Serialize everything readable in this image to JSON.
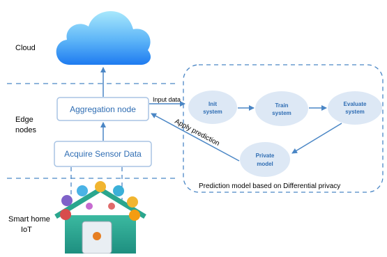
{
  "layers": {
    "cloud": "Cloud",
    "edge_line1": "Edge",
    "edge_line2": "nodes",
    "iot_line1": "Smart home",
    "iot_line2": "IoT"
  },
  "boxes": {
    "aggregation": "Aggregation node",
    "sensor": "Acquire Sensor Data"
  },
  "edges": {
    "input_data": "Input data",
    "apply_prediction": "Apply prediction"
  },
  "model": {
    "init_line1": "Init",
    "init_line2": "system",
    "train_line1": "Train",
    "train_line2": "system",
    "evaluate_line1": "Evaluate",
    "evaluate_line2": "system",
    "private_line1": "Private",
    "private_line2": "model",
    "caption": "Prediction model based on Differential privacy"
  },
  "colors": {
    "accent_blue": "#4a86c5",
    "node_fill": "#dde8f5",
    "box_border": "#a9c4e4",
    "cloud_top": "#9ee3fb",
    "cloud_bottom": "#1f7ff0"
  },
  "icons": [
    "cloud-icon",
    "smart-home-icon"
  ]
}
